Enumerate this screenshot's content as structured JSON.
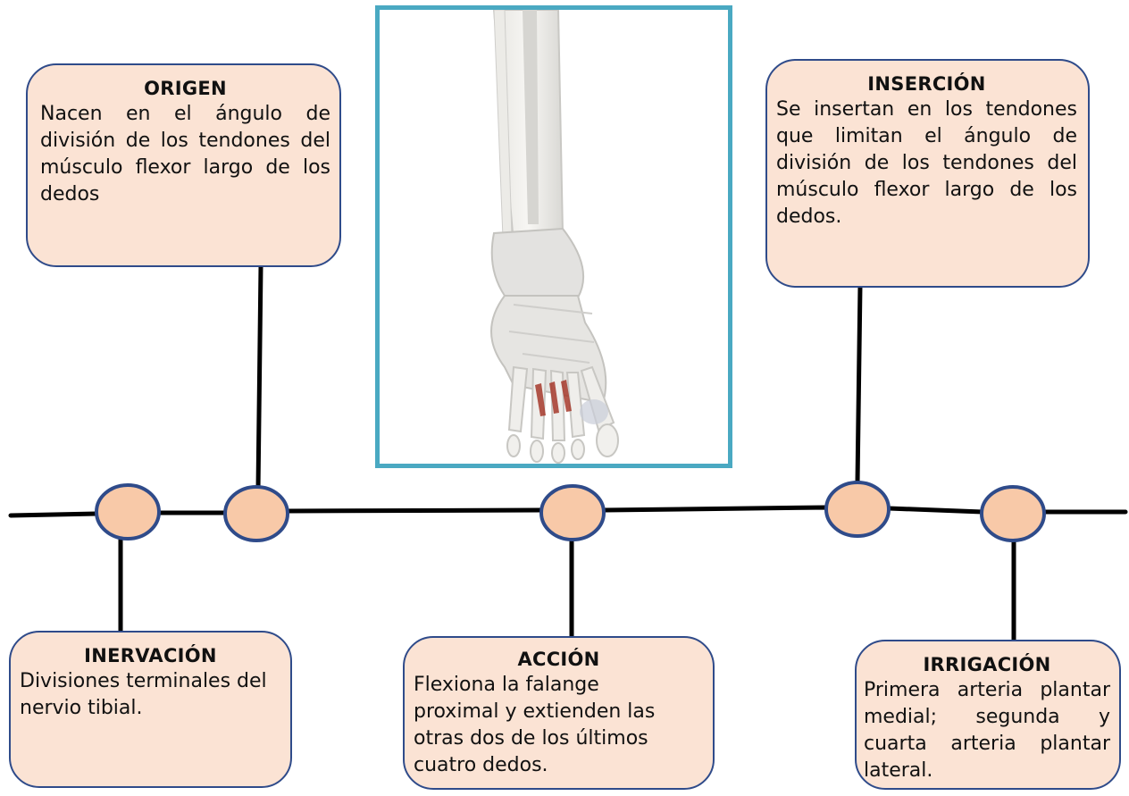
{
  "colors": {
    "card_fill": "#fbe3d4",
    "card_border": "#2f4b8a",
    "node_fill": "#f8c9a8",
    "line": "#000000",
    "frame": "#4aa9c2",
    "muscle": "#a63a2c"
  },
  "image": {
    "icon": "foot-anatomy-illustration"
  },
  "cards": {
    "origen": {
      "title": "ORIGEN",
      "text": "Nacen en el ángulo de división de los tendones del músculo flexor largo de los dedos"
    },
    "insercion": {
      "title": "INSERCIÓN",
      "text": "Se insertan en los tendones que limitan el ángulo de división de los tendones del músculo flexor largo de los dedos."
    },
    "inervacion": {
      "title": "INERVACIÓN",
      "text": "Divisiones terminales del nervio tibial."
    },
    "accion": {
      "title": "ACCIÓN",
      "text": "Flexiona la falange proximal y extienden las otras dos de los últimos cuatro dedos."
    },
    "irrigacion": {
      "title": "IRRIGACIÓN",
      "text": "Primera arteria plantar medial; segunda y cuarta arteria plantar lateral."
    }
  }
}
